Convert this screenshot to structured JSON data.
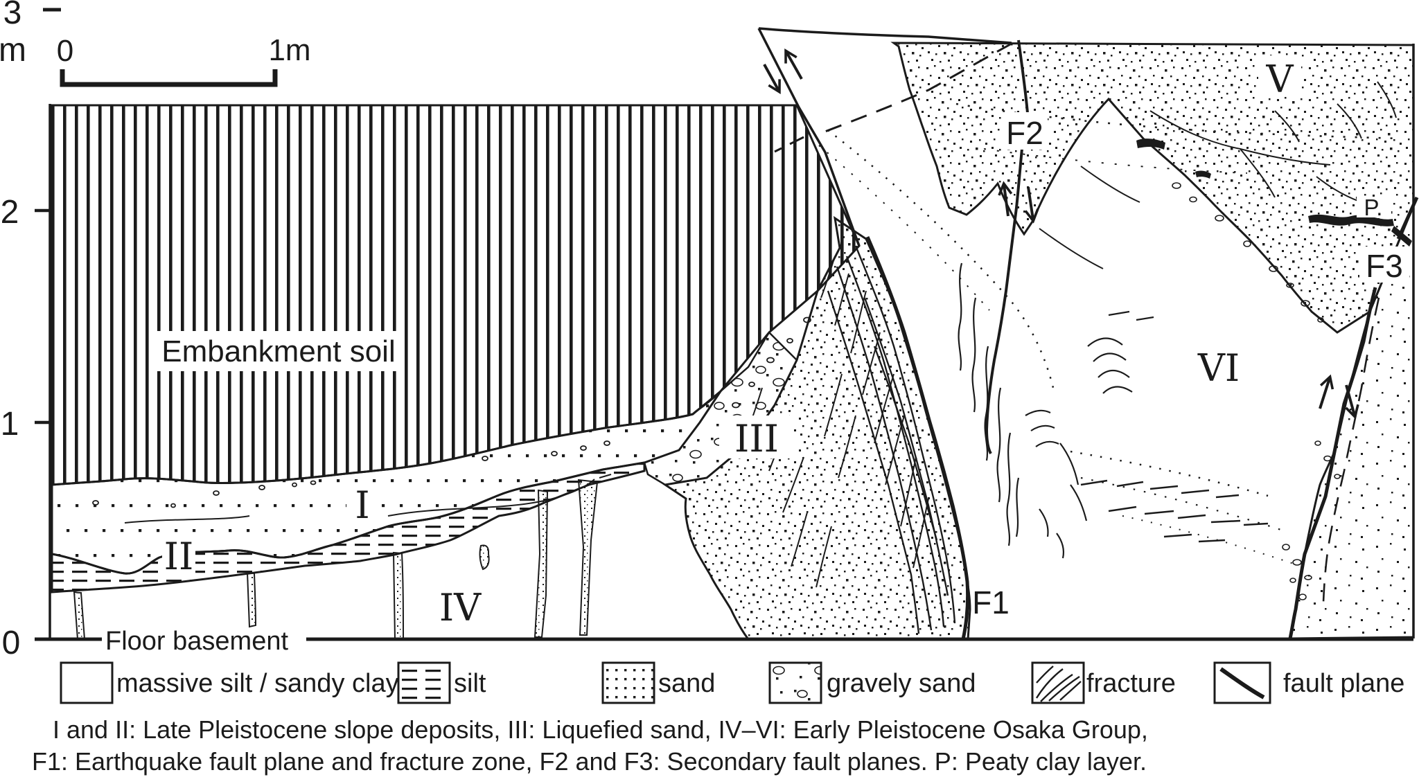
{
  "axis": {
    "top_value": "3",
    "unit": "m",
    "tick2": "2",
    "tick1": "1",
    "tick0": "0"
  },
  "scalebar": {
    "zero_label": "0",
    "one_label": "1m"
  },
  "diagram": {
    "embankment_label": "Embankment soil",
    "floor_label": "Floor basement",
    "units": {
      "I": "I",
      "II": "II",
      "III": "III",
      "IV": "IV",
      "V": "V",
      "VI": "VI"
    },
    "faults": {
      "F1": "F1",
      "F2": "F2",
      "F3": "F3"
    },
    "peat_label": "P."
  },
  "legend": {
    "items": [
      {
        "key": "massive-silt-sandy-clay",
        "label": "massive silt / sandy clay"
      },
      {
        "key": "silt",
        "label": "silt"
      },
      {
        "key": "sand",
        "label": "sand"
      },
      {
        "key": "gravely-sand",
        "label": "gravely sand"
      },
      {
        "key": "fracture",
        "label": "fracture"
      },
      {
        "key": "fault-plane",
        "label": "fault plane"
      }
    ]
  },
  "caption": {
    "line1": "I and II: Late Pleistocene slope deposits, III: Liquefied sand, IV–VI: Early Pleistocene Osaka Group,",
    "line2": "F1: Earthquake fault plane and fracture zone, F2 and F3: Secondary fault planes. P: Peaty clay layer."
  },
  "colors": {
    "ink": "#1b1b1b",
    "paper": "#ffffff"
  }
}
